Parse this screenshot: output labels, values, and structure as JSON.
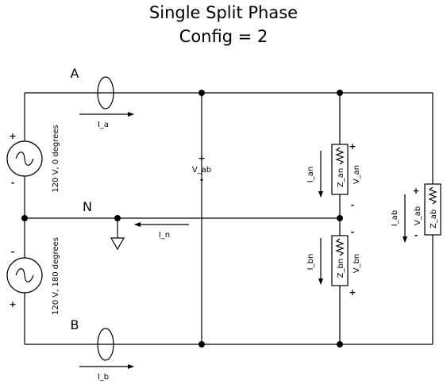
{
  "title": {
    "line1": "Single Split Phase",
    "line2": "Config = 2"
  },
  "nodes": {
    "a": "A",
    "n": "N",
    "b": "B"
  },
  "sources": {
    "top": "120 V, 0 degrees",
    "bottom": "120 V, 180 degrees"
  },
  "currents": {
    "a": "I_a",
    "b": "I_b",
    "n": "I_n",
    "an": "I_an",
    "bn": "I_bn",
    "ab": "I_ab"
  },
  "impedances": {
    "an": "Z_an",
    "bn": "Z_bn",
    "ab": "Z_ab"
  },
  "voltages": {
    "ab_meter": "V_ab",
    "an": "V_an",
    "bn": "V_bn",
    "ab": "V_ab"
  },
  "signs": {
    "plus": "+",
    "minus": "-"
  }
}
